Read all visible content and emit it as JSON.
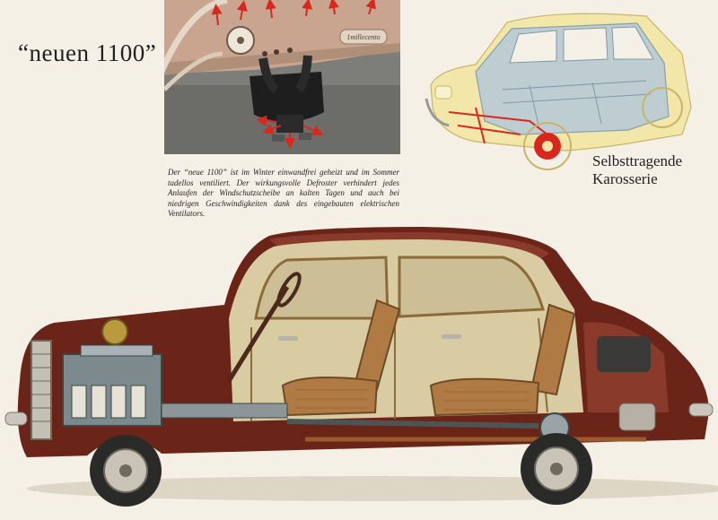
{
  "page": {
    "headline": "“neuen 1100”",
    "caption": "Der “neue 1100” ist im Winter einwandfrei geheizt und im Sommer tadellos ventiliert. Der wirkungsvolle Defroster verhindert jedes Anlaufen der Windschutzscheibe an kalten Tagen und auch bei niedrigen Geschwindigkeiten dank des eingebauten elektrischen Ventilators.",
    "body_label_line1": "Selbsttragende",
    "body_label_line2": "Karosserie",
    "dashboard_badge": "1millecento"
  },
  "illustrations": {
    "dashboard_photo": "dashboard-heating-photo",
    "body_shell": "self-supporting-body-shell",
    "cutaway": "car-cutaway-side-view"
  },
  "colors": {
    "paper": "#f4f0e6",
    "body_maroon": "#6b2418",
    "interior_beige": "#d9cba2",
    "seat_weave": "#b07a45",
    "red_arrow": "#d8281e",
    "shell_yellow": "#f2e7a8",
    "shell_blue": "#b9cbd6"
  }
}
